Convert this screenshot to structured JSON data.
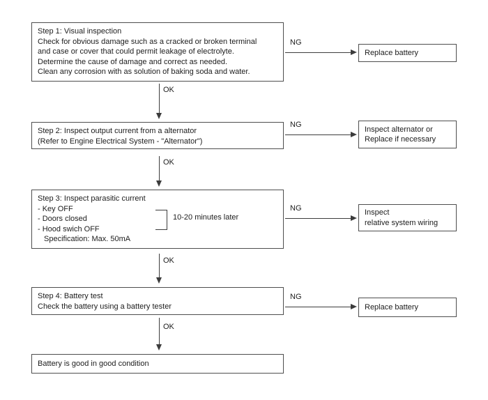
{
  "labels": {
    "ng": "NG",
    "ok": "OK"
  },
  "boxes": {
    "step1": {
      "lines": [
        "Step 1: Visual inspection",
        "Check for obvious damage such as a cracked or broken terminal",
        "and case or cover that could permit leakage of electrolyte.",
        "Determine the cause of damage and correct as needed.",
        "Clean any corrosion with as solution of baking soda and water."
      ]
    },
    "step2": {
      "lines": [
        "Step 2: Inspect output current from a alternator",
        "(Refer to Engine Electrical System - \"Alternator\")"
      ]
    },
    "step3": {
      "lines": [
        "Step 3: Inspect parasitic current",
        "- Key OFF",
        "- Doors closed",
        "- Hood swich OFF",
        "Specification: Max. 50mA"
      ],
      "note": "10-20 minutes later"
    },
    "step4": {
      "lines": [
        "Step 4: Battery test",
        "Check the battery using a battery tester"
      ]
    },
    "final": {
      "lines": [
        "Battery is good in good condition"
      ]
    },
    "result1": {
      "lines": [
        "Replace battery"
      ]
    },
    "result2": {
      "lines": [
        "Inspect alternator or",
        "Replace if necessary"
      ]
    },
    "result3": {
      "lines": [
        "Inspect",
        "relative system wiring"
      ]
    },
    "result4": {
      "lines": [
        "Replace battery"
      ]
    }
  },
  "colors": {
    "border": "#4d4d4d",
    "line": "#3c3c3c",
    "text": "#1c1c1c",
    "background": "#ffffff"
  }
}
